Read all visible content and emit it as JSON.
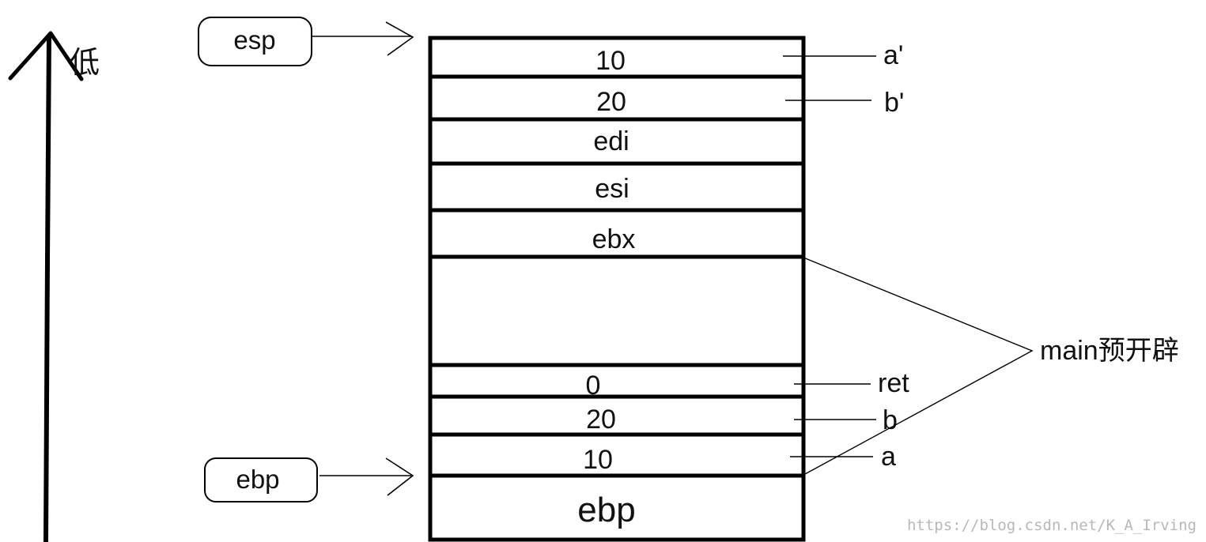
{
  "axis": {
    "label": "低"
  },
  "pointers": [
    {
      "id": "esp",
      "label": "esp"
    },
    {
      "id": "ebp",
      "label": "ebp"
    }
  ],
  "cells": [
    {
      "value": "10"
    },
    {
      "value": "20"
    },
    {
      "value": "edi"
    },
    {
      "value": "esi"
    },
    {
      "value": "ebx"
    },
    {
      "value": ""
    },
    {
      "value": "0"
    },
    {
      "value": "20"
    },
    {
      "value": "10"
    },
    {
      "value": "ebp"
    }
  ],
  "annotations": [
    {
      "label": "a'"
    },
    {
      "label": "b'"
    },
    {
      "label": "ret"
    },
    {
      "label": "b"
    },
    {
      "label": "a"
    }
  ],
  "bracket": {
    "label": "main预开辟"
  },
  "watermark": {
    "text": "https://blog.csdn.net/K_A_Irving"
  }
}
